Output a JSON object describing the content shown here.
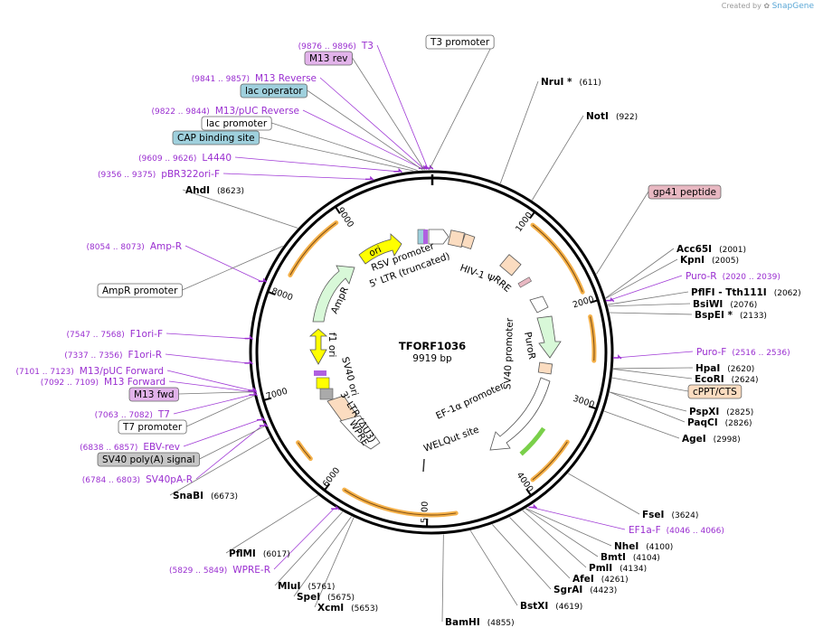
{
  "brand": {
    "created_by": "Created by",
    "name": "SnapGene"
  },
  "plasmid": {
    "name": "TFORF1036",
    "length": 9919,
    "size_label": "9919 bp"
  },
  "ruler_ticks": [
    {
      "pos": 1000,
      "label": "1000"
    },
    {
      "pos": 2000,
      "label": "2000"
    },
    {
      "pos": 3000,
      "label": "3000"
    },
    {
      "pos": 4000,
      "label": "4000"
    },
    {
      "pos": 5000,
      "label": "5000"
    },
    {
      "pos": 6000,
      "label": "6000"
    },
    {
      "pos": 7000,
      "label": "7000"
    },
    {
      "pos": 8000,
      "label": "8000"
    },
    {
      "pos": 9000,
      "label": "9000"
    }
  ],
  "sites": [
    {
      "name": "NruI *",
      "pos": 611,
      "pos_label": "(611)"
    },
    {
      "name": "NotI",
      "pos": 922,
      "pos_label": "(922)"
    },
    {
      "name": "Acc65I",
      "pos": 2001,
      "pos_label": "(2001)"
    },
    {
      "name": "KpnI",
      "pos": 2005,
      "pos_label": "(2005)"
    },
    {
      "name": "PflFI - Tth111I",
      "pos": 2062,
      "pos_label": "(2062)"
    },
    {
      "name": "BsiWI",
      "pos": 2076,
      "pos_label": "(2076)"
    },
    {
      "name": "BspEI *",
      "pos": 2133,
      "pos_label": "(2133)"
    },
    {
      "name": "HpaI",
      "pos": 2620,
      "pos_label": "(2620)"
    },
    {
      "name": "EcoRI",
      "pos": 2624,
      "pos_label": "(2624)"
    },
    {
      "name": "PspXI",
      "pos": 2825,
      "pos_label": "(2825)"
    },
    {
      "name": "PaqCI",
      "pos": 2826,
      "pos_label": "(2826)"
    },
    {
      "name": "AgeI",
      "pos": 2998,
      "pos_label": "(2998)"
    },
    {
      "name": "FseI",
      "pos": 3624,
      "pos_label": "(3624)"
    },
    {
      "name": "NheI",
      "pos": 4100,
      "pos_label": "(4100)"
    },
    {
      "name": "BmtI",
      "pos": 4104,
      "pos_label": "(4104)"
    },
    {
      "name": "PmlI",
      "pos": 4134,
      "pos_label": "(4134)"
    },
    {
      "name": "AfeI",
      "pos": 4261,
      "pos_label": "(4261)"
    },
    {
      "name": "SgrAI",
      "pos": 4423,
      "pos_label": "(4423)"
    },
    {
      "name": "BstXI",
      "pos": 4619,
      "pos_label": "(4619)"
    },
    {
      "name": "BamHI",
      "pos": 4855,
      "pos_label": "(4855)"
    },
    {
      "name": "XcmI",
      "pos": 5653,
      "pos_label": "(5653)"
    },
    {
      "name": "SpeI",
      "pos": 5675,
      "pos_label": "(5675)"
    },
    {
      "name": "MluI",
      "pos": 5761,
      "pos_label": "(5761)"
    },
    {
      "name": "PflMI",
      "pos": 6017,
      "pos_label": "(6017)"
    },
    {
      "name": "SnaBI",
      "pos": 6673,
      "pos_label": "(6673)"
    },
    {
      "name": "AhdI",
      "pos": 8623,
      "pos_label": "(8623)"
    }
  ],
  "primers": [
    {
      "name": "T3",
      "range": "(9876 .. 9896)",
      "pos": 9886
    },
    {
      "name": "M13 Reverse",
      "range": "(9841 .. 9857)",
      "pos": 9849
    },
    {
      "name": "M13/pUC Reverse",
      "range": "(9822 .. 9844)",
      "pos": 9833
    },
    {
      "name": "L4440",
      "range": "(9609 .. 9626)",
      "pos": 9618
    },
    {
      "name": "pBR322ori-F",
      "range": "(9356 .. 9375)",
      "pos": 9366
    },
    {
      "name": "Amp-R",
      "range": "(8054 .. 8073)",
      "pos": 8064
    },
    {
      "name": "F1ori-F",
      "range": "(7547 .. 7568)",
      "pos": 7558
    },
    {
      "name": "F1ori-R",
      "range": "(7337 .. 7356)",
      "pos": 7347
    },
    {
      "name": "M13/pUC Forward",
      "range": "(7101 .. 7123)",
      "pos": 7112
    },
    {
      "name": "M13 Forward",
      "range": "(7092 .. 7109)",
      "pos": 7100
    },
    {
      "name": "T7",
      "range": "(7063 .. 7082)",
      "pos": 7072
    },
    {
      "name": "EBV-rev",
      "range": "(6838 .. 6857)",
      "pos": 6848
    },
    {
      "name": "SV40pA-R",
      "range": "(6784 .. 6803)",
      "pos": 6794
    },
    {
      "name": "WPRE-R",
      "range": "(5829 .. 5849)",
      "pos": 5839
    },
    {
      "name": "EF1a-F",
      "range": "(4046 .. 4066)",
      "pos": 4056
    },
    {
      "name": "Puro-F",
      "range": "(2516 .. 2536)",
      "pos": 2526
    },
    {
      "name": "Puro-R",
      "range": "(2020 .. 2039)",
      "pos": 2030
    }
  ],
  "boxed_labels": [
    {
      "text": "T3 promoter",
      "fill": "#ffffff",
      "pos": 9900
    },
    {
      "text": "M13 rev",
      "fill": "#e2b3ea",
      "pos": 9860
    },
    {
      "text": "lac operator",
      "fill": "#9fd0dd",
      "pos": 9845
    },
    {
      "text": "lac promoter",
      "fill": "#ffffff",
      "pos": 9800
    },
    {
      "text": "CAP binding site",
      "fill": "#9fd0dd",
      "pos": 9760
    },
    {
      "text": "gp41 peptide",
      "fill": "#e8b8c2",
      "pos": 1780
    },
    {
      "text": "cPPT/CTS",
      "fill": "#fbdcc0",
      "pos": 2700
    },
    {
      "text": "AmpR promoter",
      "fill": "#ffffff",
      "pos": 8420
    },
    {
      "text": "M13 fwd",
      "fill": "#e2b3ea",
      "pos": 7095
    },
    {
      "text": "T7 promoter",
      "fill": "#ffffff",
      "pos": 7060
    },
    {
      "text": "SV40 poly(A) signal",
      "fill": "#c6c6c6",
      "pos": 6780
    }
  ],
  "inner_features": [
    {
      "text": "RSV promoter"
    },
    {
      "text": "5' LTR (truncated)"
    },
    {
      "text": "HIV-1 Ψ"
    },
    {
      "text": "RRE"
    },
    {
      "text": "PuroR"
    },
    {
      "text": "SV40 promoter"
    },
    {
      "text": "EF-1α promoter"
    },
    {
      "text": "WELQut site"
    },
    {
      "text": "WPRE"
    },
    {
      "text": "3' LTR (ΔU3)"
    },
    {
      "text": "SV40 ori"
    },
    {
      "text": "f1 ori"
    },
    {
      "text": "AmpR"
    },
    {
      "text": "ori"
    }
  ],
  "colors": {
    "primer": "#9a2fd0",
    "orf": "#f5b14a",
    "cds_arrow": "#d8f8d8",
    "ori": "#ffff00",
    "ltr": "#fbdcc0",
    "ring": "#000000"
  }
}
